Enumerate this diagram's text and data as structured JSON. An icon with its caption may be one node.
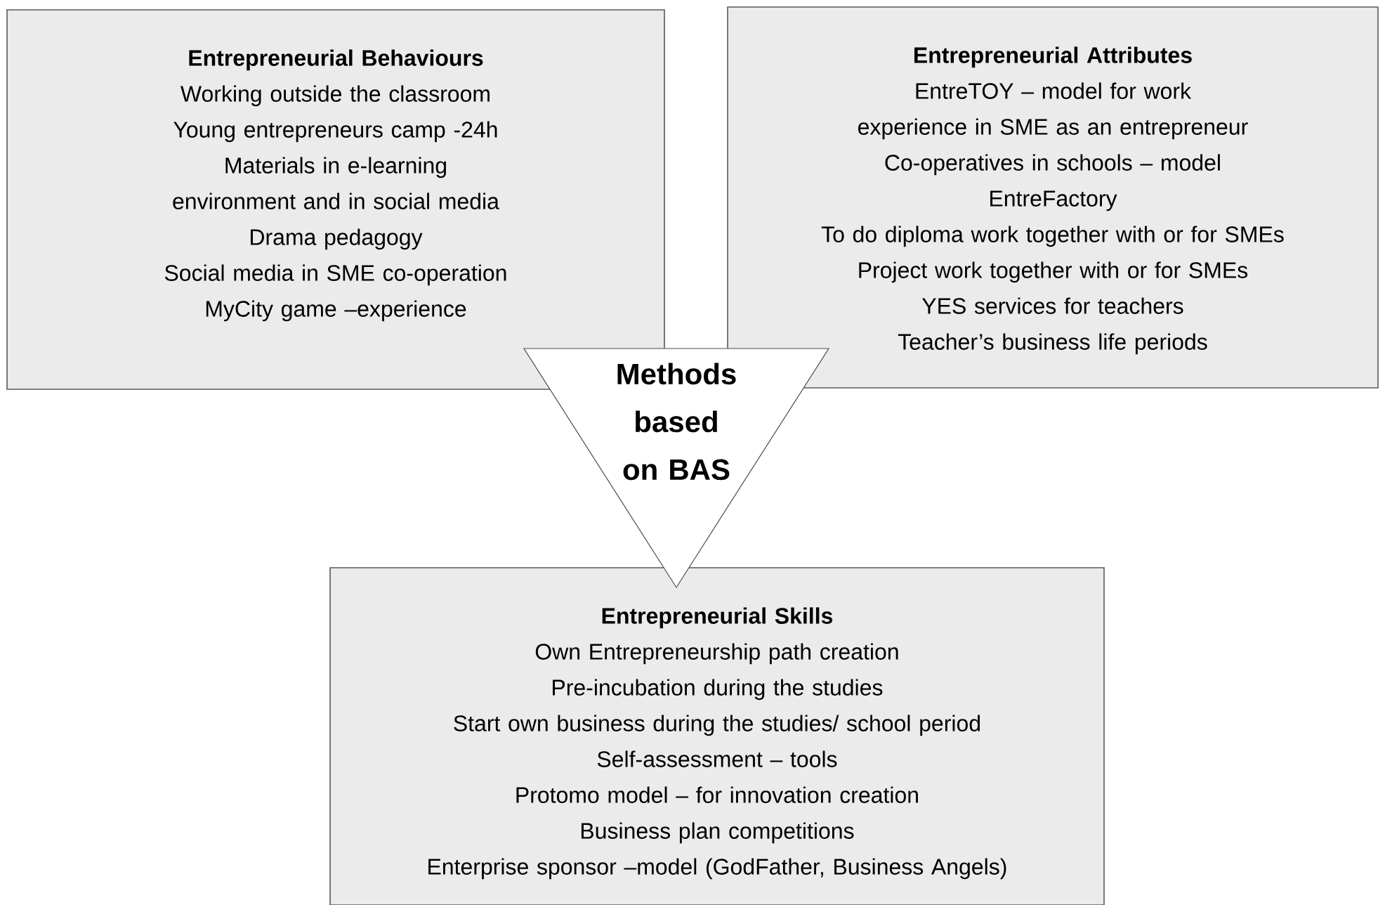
{
  "diagram": {
    "nodes": [
      {
        "text": [
          "Entrepreneurial Behaviours",
          "Working outside the classroom",
          "Young entrepreneurs camp -24h",
          "Materials in e-learning environment and in social media",
          "Drama pedagogy",
          "Social media in SME co-operation",
          "MyCity game –experience"
        ]
      },
      {
        "text": [
          "Entrepreneurial Attributes",
          "EntreTOY – model for work experience in SME as an entrepreneur",
          "Co-operatives in schools – model",
          "EntreFactory",
          "To do diploma work together with or for SMEs",
          "Project work together with or for SMEs",
          "YES services for teachers",
          "Teacher’s business life periods"
        ]
      },
      {
        "text": [
          "Entrepreneurial Skills",
          "Own Entrepreneurship path creation",
          "Pre-incubation during the studies",
          "Start own business during the studies/ school period",
          "Self-assessment – tools",
          "Protomo model – for innovation creation",
          "Business plan competitions",
          "Enterprise sponsor –model (GodFather, Business Angels)"
        ]
      },
      {
        "text": [
          "Methods based on BAS"
        ]
      }
    ]
  }
}
